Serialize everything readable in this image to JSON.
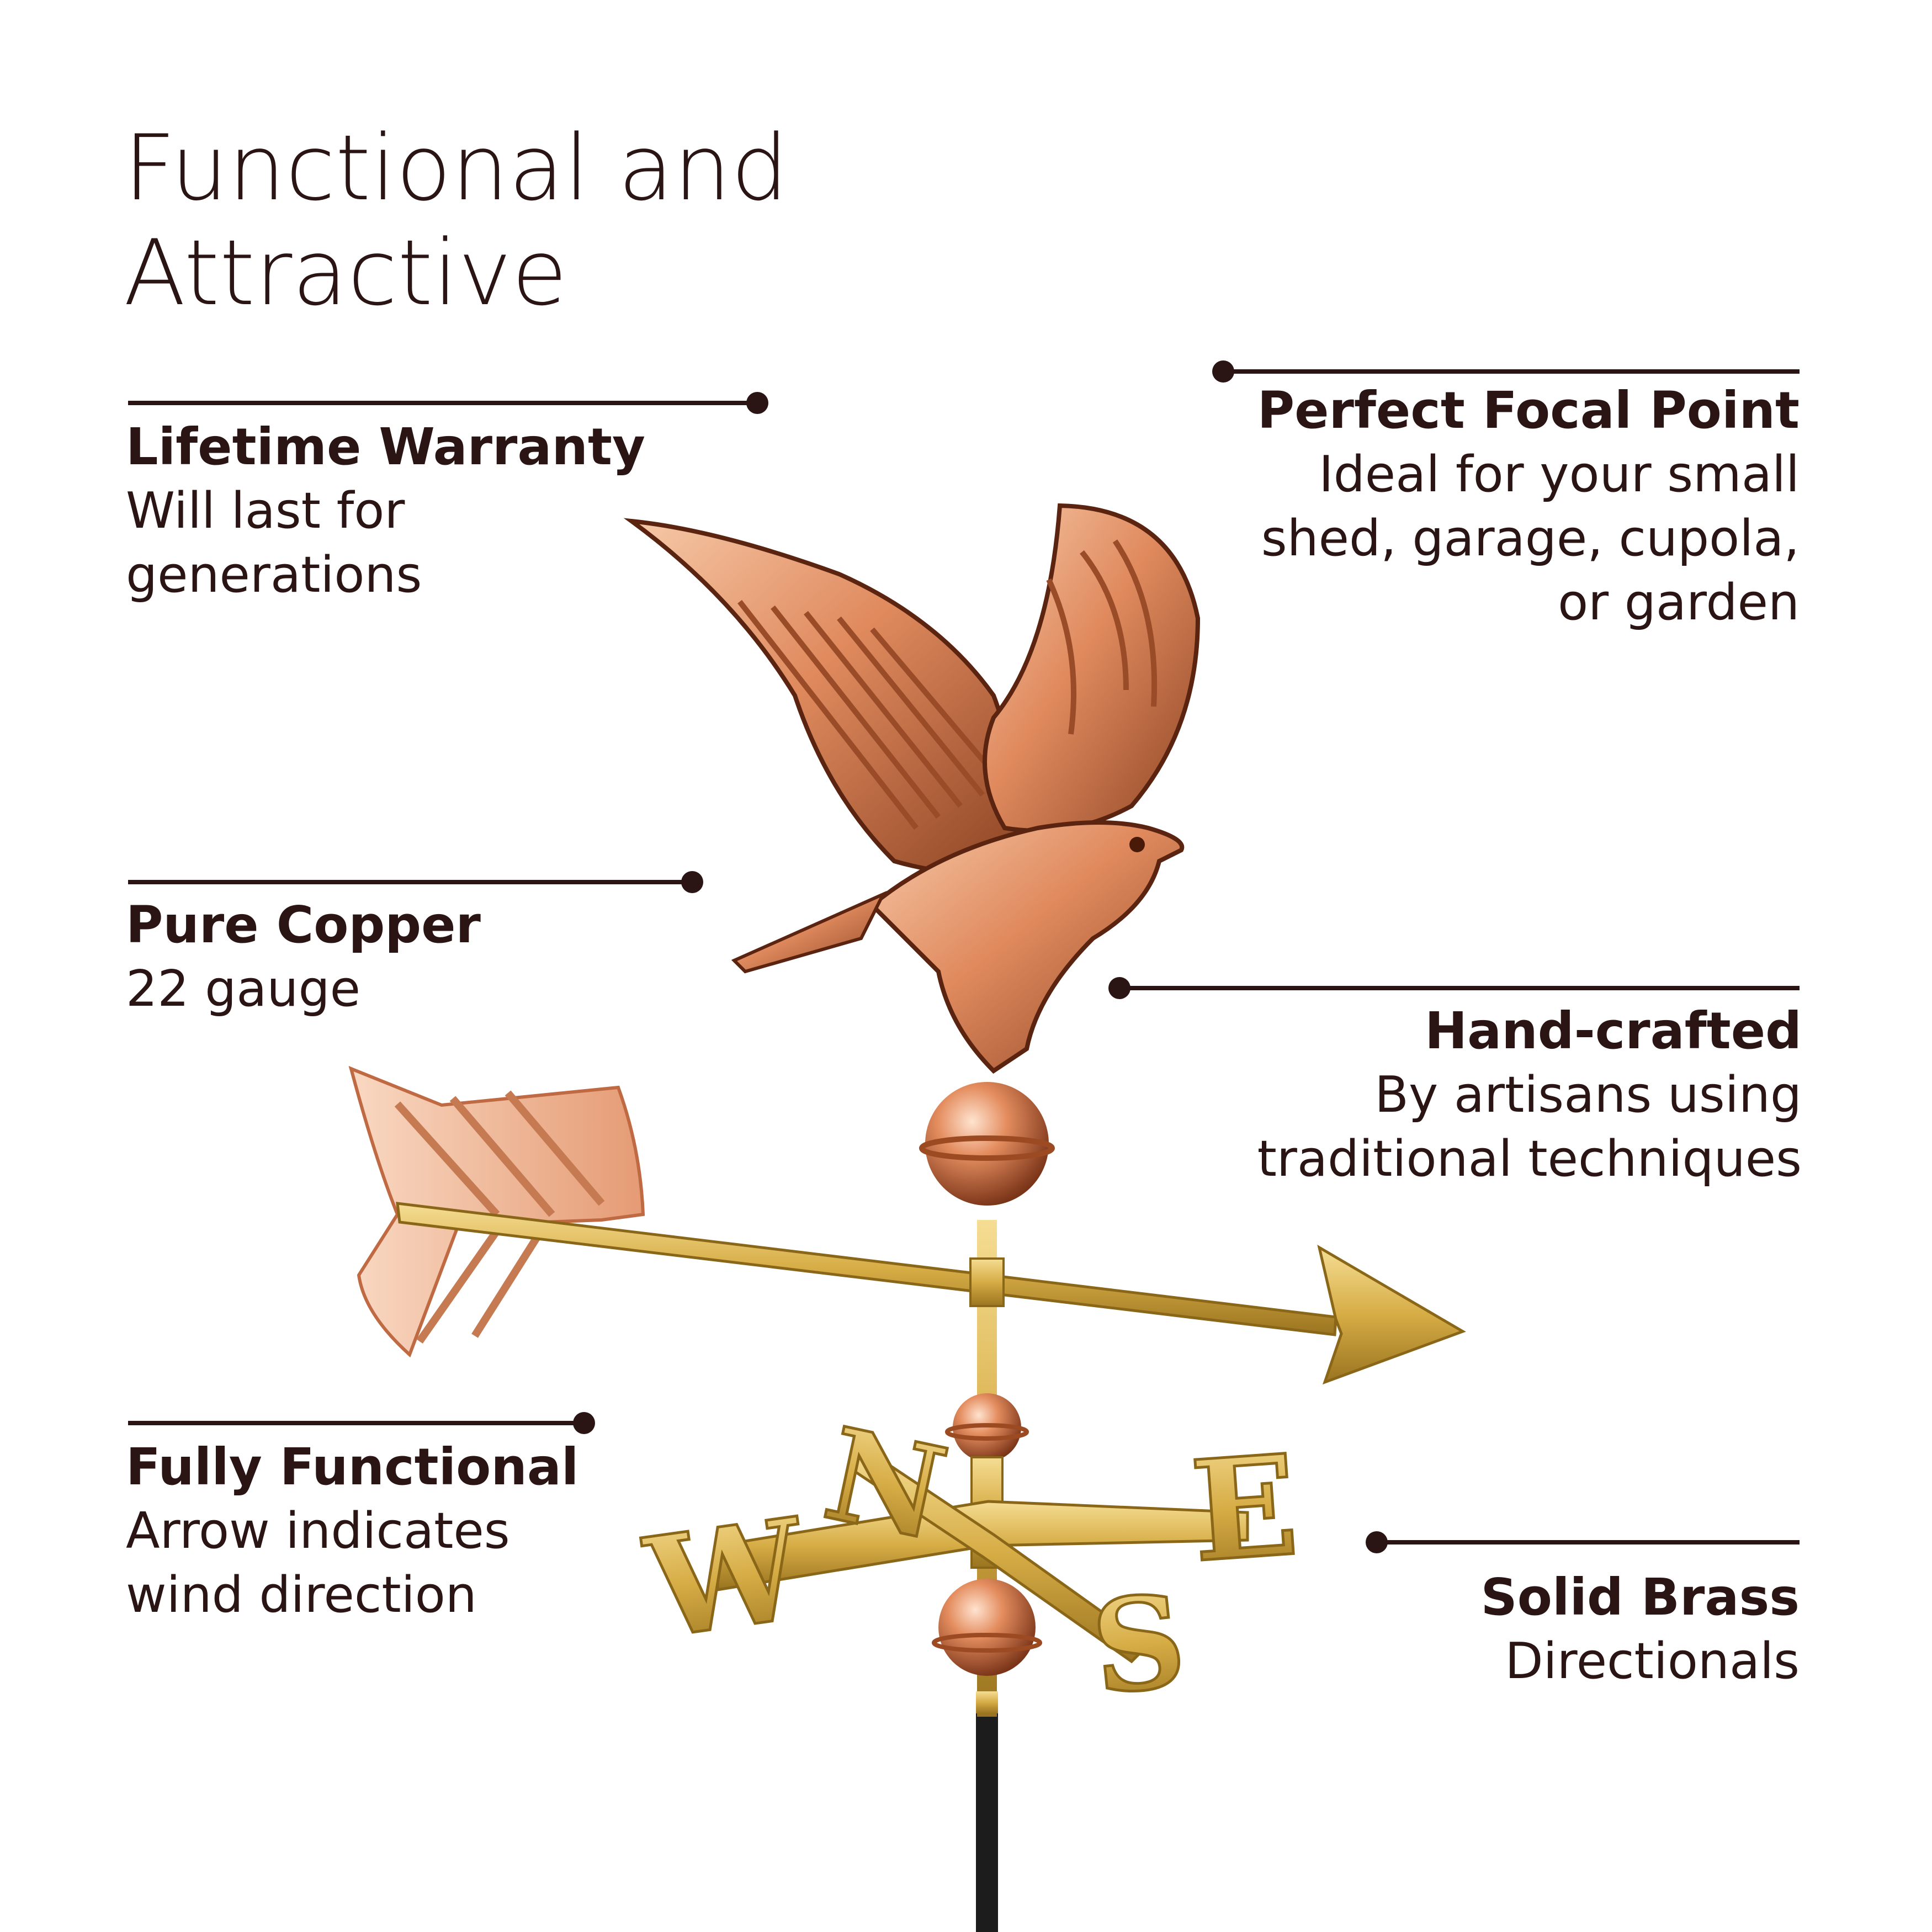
{
  "heading": {
    "line1": "Functional and",
    "line2": "Attractive"
  },
  "features": {
    "warranty": {
      "name": "Lifetime Warranty",
      "desc": "Will last for\ngenerations"
    },
    "focal": {
      "name": "Perfect Focal Point",
      "desc": "Ideal for your small\nshed, garage, cupola,\nor garden"
    },
    "copper": {
      "name": "Pure Copper",
      "desc": "22 gauge"
    },
    "handcrafted": {
      "name": "Hand-crafted",
      "desc": "By artisans using\ntraditional techniques"
    },
    "functional": {
      "name": "Fully Functional",
      "desc": "Arrow indicates\nwind direction"
    },
    "brass": {
      "name": "Solid Brass",
      "desc": "Directionals"
    }
  },
  "compass": {
    "n": "N",
    "s": "S",
    "e": "E",
    "w": "W"
  },
  "colors": {
    "text": "#2a1414",
    "copper": "#e3936a",
    "brass": "#d9b24a",
    "pole": "#1c1c1c"
  }
}
